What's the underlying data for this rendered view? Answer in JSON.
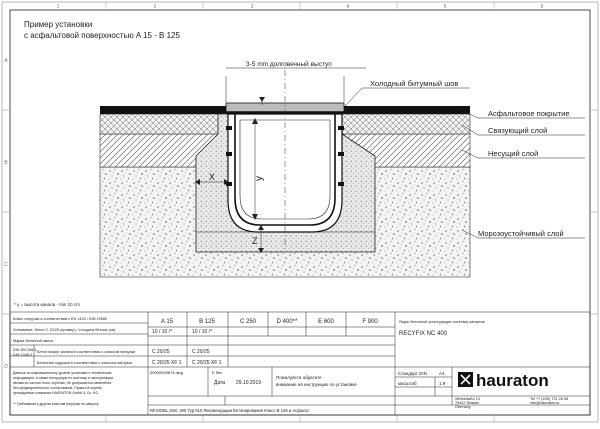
{
  "title": {
    "line1": "Пример установки",
    "line2": "с асфальтовой поверхностью A 15 - B 125"
  },
  "callouts": {
    "raise": "3-5 mm долговечный выступ",
    "cold_joint": "Холодный битумный шов",
    "asphalt": "Асфальтовое покрытие",
    "binder": "Связующий слой",
    "base": "Несущий слой",
    "frost": "Морозоустойчивый слой"
  },
  "dims": {
    "x": "X",
    "y": "y",
    "z": "Z"
  },
  "border_marks": {
    "top": [
      "1",
      "2",
      "3",
      "4",
      "5",
      "6"
    ],
    "left": [
      "A",
      "B",
      "C",
      "D"
    ]
  },
  "footnote": "* y = высота канала - min 10 cm",
  "table": {
    "row_labels": [
      "Класс нагрузки в соответствии с EN 1433 / DIN 19580",
      "Основание: бетон С 20/25 (пример) / толщина бетона (см)",
      "Марка бетонной смеси",
      "Бетон вокруг канала в соответствии с классом нагрузки",
      "Бетонная подушка в соответствии с классом нагрузки"
    ],
    "small_labels": [
      "DIN EN 206-1",
      "DIN 1045-2"
    ],
    "classes": [
      "A 15",
      "B 125",
      "C 250",
      "D 400**",
      "E 600",
      "F 900"
    ],
    "class_values": [
      "10 / 10 /*",
      "10 / 10 /*"
    ],
    "concrete_a": [
      "C 20/25",
      "C 20/25"
    ],
    "concrete_b": [
      "C 20/25 XF 1",
      "C 20/25 XF 1"
    ]
  },
  "notes": [
    "Данные по максимальному уровню установки и техническая",
    "информация, а также инструкции по монтажу и эксплуатации",
    "являются частью этого чертежа. Не допускаются изменения",
    "без предварительного согласования. Права на чертёж",
    "принадлежат компании HAURATON GmbH & Co. KG"
  ],
  "notes_bottom": "** Требования к другим классам нагрузки по запросу",
  "drawing_no": "00000009674.dwg",
  "drawing_rev": "E 5fm",
  "date_label": "Дата",
  "date": "29.10.2019",
  "instruction": [
    "Пожалуйста обратите",
    "внимание на инструкцию по установке"
  ],
  "description": "RF.MOBL.SNC 400 Typ 010 Рекомендации Бетонирования Класс B 125 и Асфальт",
  "product_hint": "Ящик бетонной конструкции системы каналов",
  "product": "RECYFIX NC 400",
  "standard_label": "Стандарт DIN",
  "standard_value": "A4",
  "scale_label": "масштаб",
  "scale_value": "1:9",
  "brand": "hauraton",
  "address": [
    "Werkstraße 13",
    "76437 Rastatt",
    "Germany"
  ],
  "contacts": [
    "Tel +7 (495) 721 26 58",
    "info@hauraton.ru"
  ],
  "colors": {
    "line": "#1a1a1a",
    "grate": "#bdbdbd"
  }
}
